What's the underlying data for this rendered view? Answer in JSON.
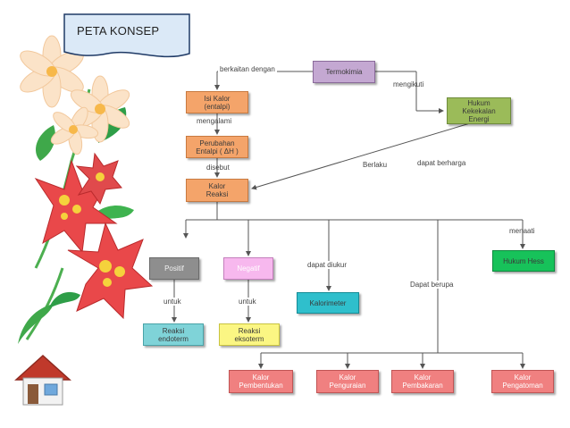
{
  "title": "PETA KONSEP",
  "nodes": {
    "termokimia": "Termokimia",
    "isi_kalor": "Isi Kalor\n(entalpi)",
    "hukum_kekekalan": "Hukum\nKekekalan\nEnergi",
    "perubahan_entalpi": "Perubahan\nEntalpi ( ΔH )",
    "kalor_reaksi": "Kalor\nReaksi",
    "positif": "Positif",
    "negatif": "Negatif",
    "kalorimeter": "Kalorimeter",
    "hukum_hess": "Hukum Hess",
    "reaksi_endoterm": "Reaksi\nendoterm",
    "reaksi_eksoterm": "Reaksi\neksoterm",
    "kalor_pembentukan": "Kalor\nPembentukan",
    "kalor_penguraian": "Kalor\nPenguraian",
    "kalor_pembakaran": "Kalor\nPembakaran",
    "kalor_pengatoman": "Kalor\nPengatoman"
  },
  "labels": {
    "berkaitan_dengan": "berkaitan dengan",
    "mengikuti": "mengikuti",
    "mengalami": "mengalami",
    "disebut": "disebut",
    "berlaku": "Berlaku",
    "dapat_berharga": "dapat berharga",
    "menaati": "menaati",
    "dapat_diukur": "dapat diukur",
    "dapat_berupa": "Dapat berupa",
    "untuk_1": "untuk",
    "untuk_2": "untuk"
  },
  "colors": {
    "orange": "#f4a46a",
    "purple": "#c4a8d2",
    "green": "#9bbb59",
    "gray": "#8e8e8e",
    "pink": "#f7b8ee",
    "teal": "#2fbfcc",
    "yellow": "#fbf683",
    "dark_green": "#17c25a",
    "salmon": "#f08080",
    "title_box": "#dbe9f7"
  },
  "icons": [
    "flower-decoration",
    "home-icon"
  ]
}
